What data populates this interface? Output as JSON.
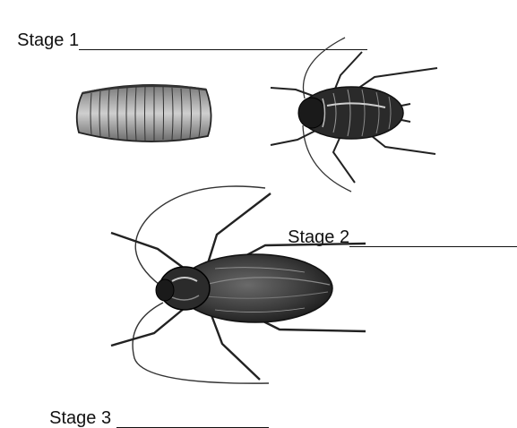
{
  "worksheet": {
    "stages": [
      {
        "label": "Stage 1",
        "blank": "",
        "depicts": "egg-case-ootheca"
      },
      {
        "label": "Stage 2",
        "blank": "",
        "depicts": "nymph-cockroach"
      },
      {
        "label": "Stage 3",
        "blank": "",
        "depicts": "adult-cockroach"
      }
    ]
  },
  "colors": {
    "ink": "#111111",
    "body_dark": "#222222",
    "body_mid": "#555555",
    "paper": "#ffffff"
  }
}
